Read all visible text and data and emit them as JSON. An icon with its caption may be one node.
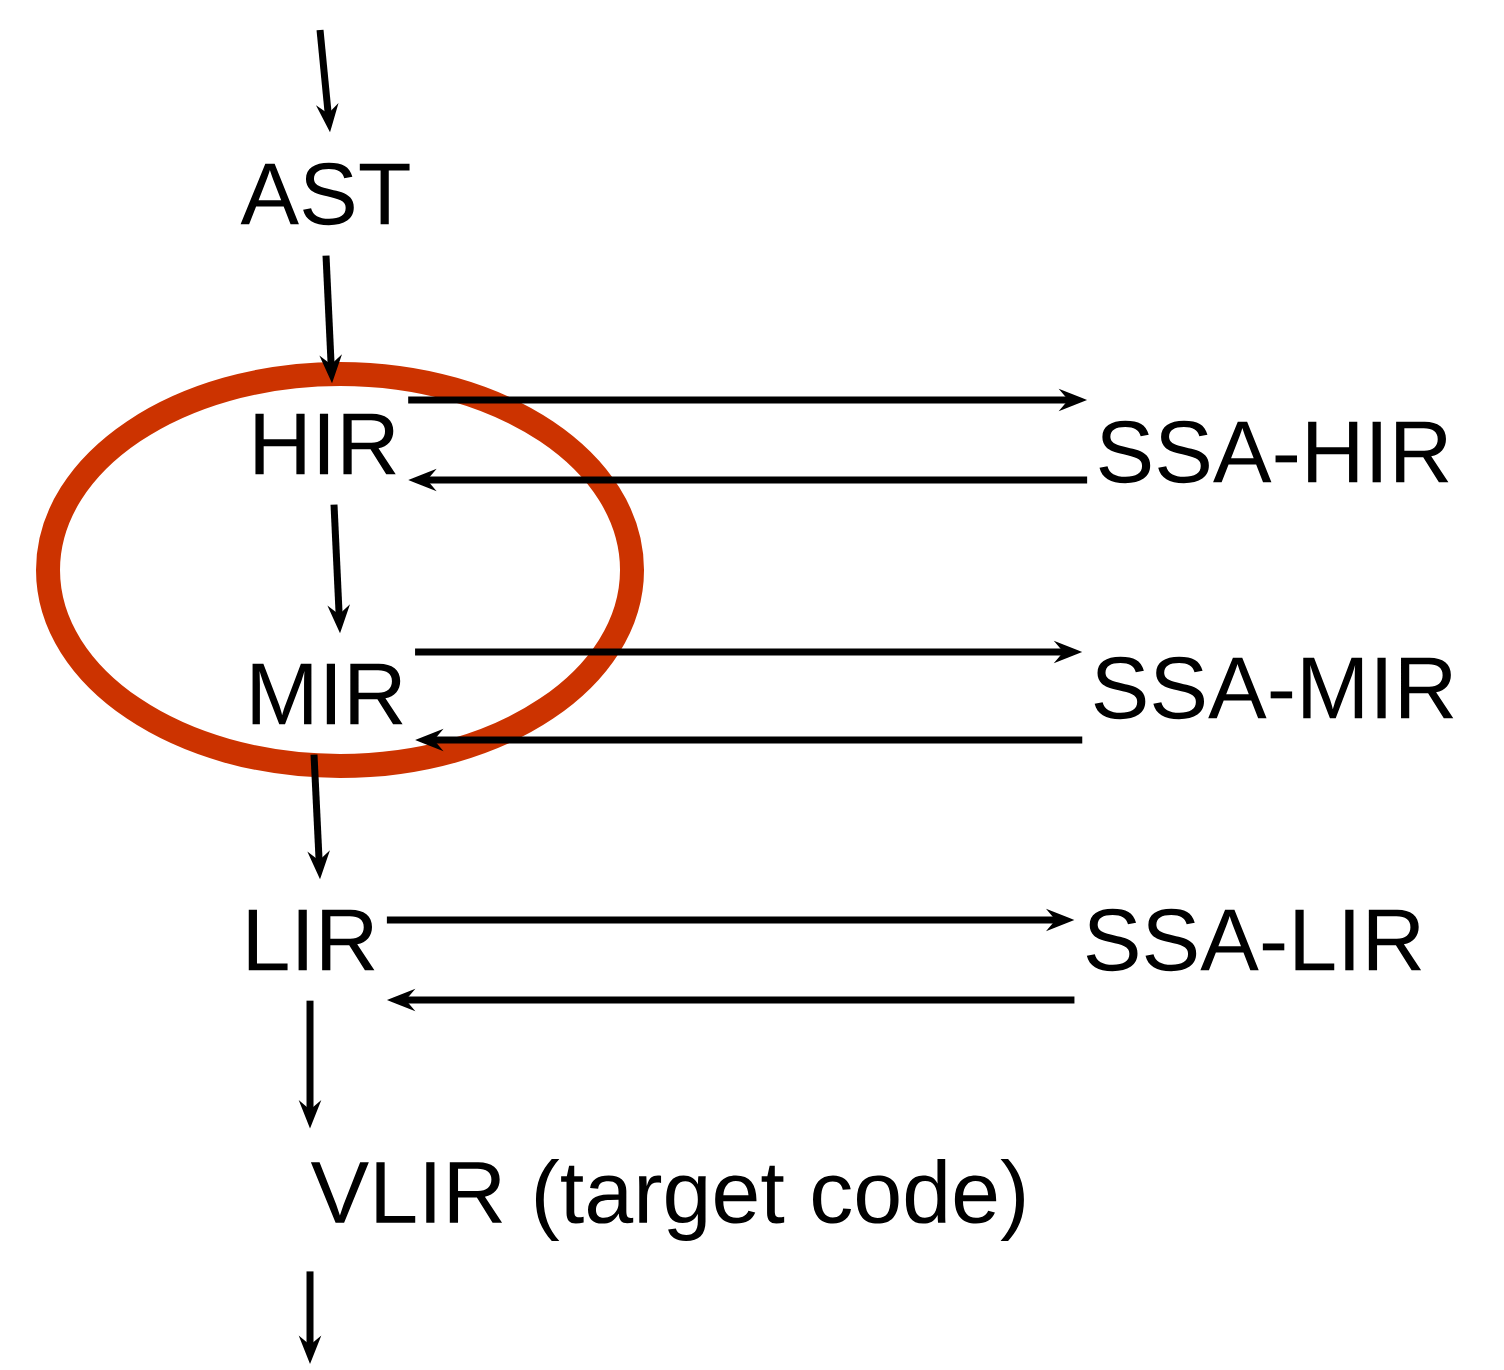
{
  "diagram": {
    "nodes": [
      {
        "text": [
          "AST"
        ]
      },
      {
        "text": [
          "HIR"
        ]
      },
      {
        "text": [
          "MIR"
        ]
      },
      {
        "text": [
          "LIR"
        ]
      },
      {
        "text": [
          "VLIR (target code)"
        ]
      },
      {
        "text": [
          "SSA-HIR"
        ]
      },
      {
        "text": [
          "SSA-MIR"
        ]
      },
      {
        "text": [
          "SSA-LIR"
        ]
      }
    ],
    "edges": [
      {
        "from": null,
        "to": 0,
        "arrow": "to"
      },
      {
        "from": 0,
        "to": 1,
        "arrow": "to"
      },
      {
        "from": 1,
        "to": 2,
        "arrow": "to"
      },
      {
        "from": 2,
        "to": 3,
        "arrow": "to"
      },
      {
        "from": 3,
        "to": 4,
        "arrow": "to"
      },
      {
        "from": 4,
        "to": null,
        "arrow": "to"
      },
      {
        "from": 1,
        "to": 5,
        "arrow": "to"
      },
      {
        "from": 5,
        "to": 1,
        "arrow": "to"
      },
      {
        "from": 2,
        "to": 6,
        "arrow": "to"
      },
      {
        "from": 6,
        "to": 2,
        "arrow": "to"
      },
      {
        "from": 3,
        "to": 7,
        "arrow": "to"
      },
      {
        "from": 7,
        "to": 3,
        "arrow": "to"
      }
    ]
  }
}
